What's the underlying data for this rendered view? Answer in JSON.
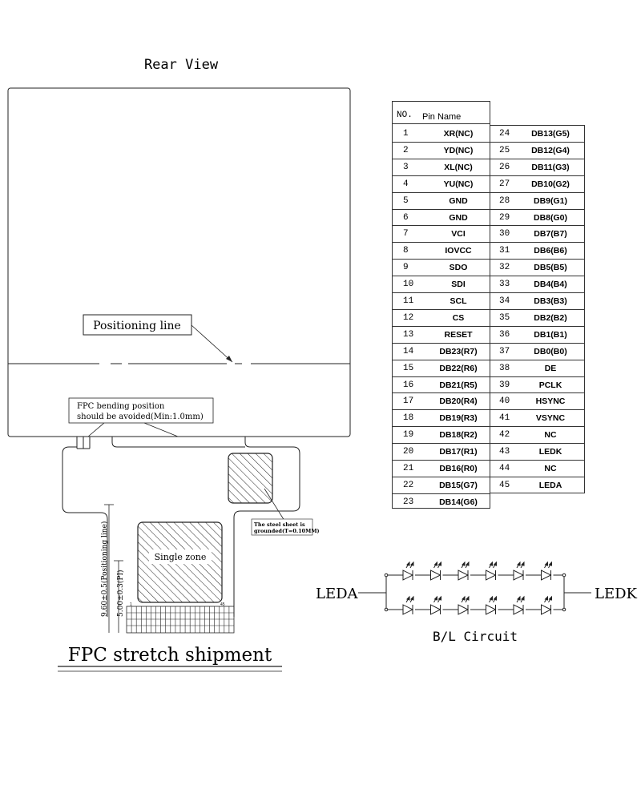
{
  "rear_view": {
    "title": "Rear View",
    "positioning_line_label": "Positioning line",
    "bending_note_line1": "FPC bending position",
    "bending_note_line2": "should be avoided(Min:1.0mm)",
    "steel_note_line1": "The steel sheet is",
    "steel_note_line2": "grounded(T=0.10MM)",
    "single_zone_label": "Single zone",
    "dim_line1": "9.60±0.5(Positioning line)",
    "dim_line2": "5.00±0.3(PI)",
    "pad_first": "1",
    "pad_last": "45",
    "fpc_caption": "FPC stretch shipment"
  },
  "pin_table": {
    "header_no": "NO.",
    "header_name": "Pin Name",
    "left": [
      {
        "no": "1",
        "name": "XR(NC)"
      },
      {
        "no": "2",
        "name": "YD(NC)"
      },
      {
        "no": "3",
        "name": "XL(NC)"
      },
      {
        "no": "4",
        "name": "YU(NC)"
      },
      {
        "no": "5",
        "name": "GND"
      },
      {
        "no": "6",
        "name": "GND"
      },
      {
        "no": "7",
        "name": "VCI"
      },
      {
        "no": "8",
        "name": "IOVCC"
      },
      {
        "no": "9",
        "name": "SDO"
      },
      {
        "no": "10",
        "name": "SDI"
      },
      {
        "no": "11",
        "name": "SCL"
      },
      {
        "no": "12",
        "name": "CS"
      },
      {
        "no": "13",
        "name": "RESET"
      },
      {
        "no": "14",
        "name": "DB23(R7)"
      },
      {
        "no": "15",
        "name": "DB22(R6)"
      },
      {
        "no": "16",
        "name": "DB21(R5)"
      },
      {
        "no": "17",
        "name": "DB20(R4)"
      },
      {
        "no": "18",
        "name": "DB19(R3)"
      },
      {
        "no": "19",
        "name": "DB18(R2)"
      },
      {
        "no": "20",
        "name": "DB17(R1)"
      },
      {
        "no": "21",
        "name": "DB16(R0)"
      },
      {
        "no": "22",
        "name": "DB15(G7)"
      },
      {
        "no": "23",
        "name": "DB14(G6)"
      }
    ],
    "right": [
      {
        "no": "24",
        "name": "DB13(G5)"
      },
      {
        "no": "25",
        "name": "DB12(G4)"
      },
      {
        "no": "26",
        "name": "DB11(G3)"
      },
      {
        "no": "27",
        "name": "DB10(G2)"
      },
      {
        "no": "28",
        "name": "DB9(G1)"
      },
      {
        "no": "29",
        "name": "DB8(G0)"
      },
      {
        "no": "30",
        "name": "DB7(B7)"
      },
      {
        "no": "31",
        "name": "DB6(B6)"
      },
      {
        "no": "32",
        "name": "DB5(B5)"
      },
      {
        "no": "33",
        "name": "DB4(B4)"
      },
      {
        "no": "34",
        "name": "DB3(B3)"
      },
      {
        "no": "35",
        "name": "DB2(B2)"
      },
      {
        "no": "36",
        "name": "DB1(B1)"
      },
      {
        "no": "37",
        "name": "DB0(B0)"
      },
      {
        "no": "38",
        "name": "DE"
      },
      {
        "no": "39",
        "name": "PCLK"
      },
      {
        "no": "40",
        "name": "HSYNC"
      },
      {
        "no": "41",
        "name": "VSYNC"
      },
      {
        "no": "42",
        "name": "NC"
      },
      {
        "no": "43",
        "name": "LEDK"
      },
      {
        "no": "44",
        "name": "NC"
      },
      {
        "no": "45",
        "name": "LEDA"
      }
    ]
  },
  "bl_circuit": {
    "label_left": "LEDA",
    "label_right": "LEDK",
    "caption": "B/L Circuit",
    "leds_per_string": 6,
    "strings": 2
  }
}
